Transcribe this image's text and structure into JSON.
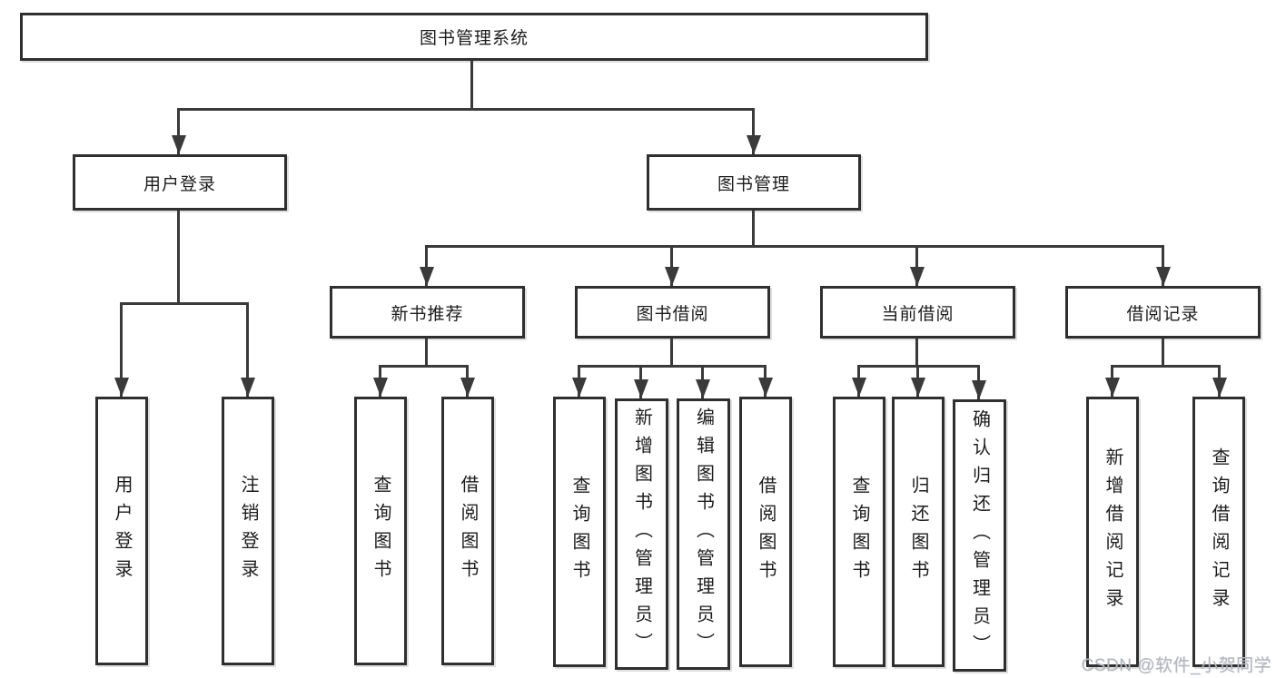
{
  "colors": {
    "background": "#ffffff",
    "line": "#3a3a3a",
    "box_border": "#2f2f2f",
    "text": "#1c1c1c",
    "watermark": "#b4b9c2"
  },
  "watermark": "CSDN @软件_小贺同学",
  "tree": {
    "root": {
      "label": "图书管理系统"
    },
    "children": [
      {
        "label": "用户登录",
        "children": [
          {
            "label": "用户登录"
          },
          {
            "label": "注销登录"
          }
        ]
      },
      {
        "label": "图书管理",
        "children": [
          {
            "label": "新书推荐",
            "children": [
              {
                "label": "查询图书"
              },
              {
                "label": "借阅图书"
              }
            ]
          },
          {
            "label": "图书借阅",
            "children": [
              {
                "label": "查询图书"
              },
              {
                "label": "新增图书（管理员）"
              },
              {
                "label": "编辑图书（管理员）"
              },
              {
                "label": "借阅图书"
              }
            ]
          },
          {
            "label": "当前借阅",
            "children": [
              {
                "label": "查询图书"
              },
              {
                "label": "归还图书"
              },
              {
                "label": "确认归还（管理员）"
              }
            ]
          },
          {
            "label": "借阅记录",
            "children": [
              {
                "label": "新增借阅记录"
              },
              {
                "label": "查询借阅记录"
              }
            ]
          }
        ]
      }
    ]
  }
}
